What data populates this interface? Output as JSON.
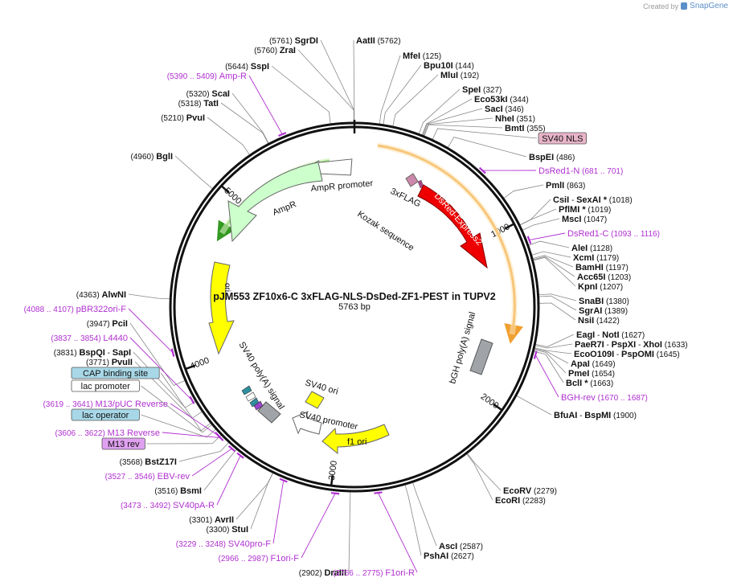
{
  "credit": {
    "prefix": "Created by",
    "brand": "SnapGene",
    "icon": "snapgene-logo-icon"
  },
  "plasmid": {
    "name": "pJM553 ZF10x6-C 3xFLAG-NLS-DsDed-ZF1-PEST in TUPV2",
    "length_label": "5763 bp",
    "total_bp": 5763
  },
  "ticks": [
    {
      "bp": 1000,
      "label": "1000"
    },
    {
      "bp": 2000,
      "label": "2000"
    },
    {
      "bp": 3000,
      "label": "3000"
    },
    {
      "bp": 4000,
      "label": "4000"
    },
    {
      "bp": 5000,
      "label": "5000"
    }
  ],
  "sites": [
    {
      "names": [
        {
          "t": "AatII"
        }
      ],
      "pos": "(5762)",
      "bp": 5762
    },
    {
      "names": [
        {
          "t": "MfeI"
        }
      ],
      "pos": "(125)",
      "bp": 125
    },
    {
      "names": [
        {
          "t": "Bpu10I"
        }
      ],
      "pos": "(144)",
      "bp": 144
    },
    {
      "names": [
        {
          "t": "MluI"
        }
      ],
      "pos": "(192)",
      "bp": 192
    },
    {
      "names": [
        {
          "t": "SpeI"
        }
      ],
      "pos": "(327)",
      "bp": 327
    },
    {
      "names": [
        {
          "t": "Eco53kI"
        }
      ],
      "pos": "(344)",
      "bp": 344
    },
    {
      "names": [
        {
          "t": "SacI"
        }
      ],
      "pos": "(346)",
      "bp": 346
    },
    {
      "names": [
        {
          "t": "NheI"
        }
      ],
      "pos": "(351)",
      "bp": 351
    },
    {
      "names": [
        {
          "t": "BmtI"
        }
      ],
      "pos": "(355)",
      "bp": 355
    },
    {
      "names": [
        {
          "t": "BspEI"
        }
      ],
      "pos": "(486)",
      "bp": 486
    },
    {
      "names": [
        {
          "t": "PmlI"
        }
      ],
      "pos": "(863)",
      "bp": 863
    },
    {
      "names": [
        {
          "t": "CsiI"
        },
        {
          "t": " - "
        },
        {
          "t": "SexAI *"
        }
      ],
      "pos": "(1018)",
      "bp": 1018
    },
    {
      "names": [
        {
          "t": "PflMI *"
        }
      ],
      "pos": "(1019)",
      "bp": 1019
    },
    {
      "names": [
        {
          "t": "MscI"
        }
      ],
      "pos": "(1047)",
      "bp": 1047
    },
    {
      "names": [
        {
          "t": "AleI"
        }
      ],
      "pos": "(1128)",
      "bp": 1128
    },
    {
      "names": [
        {
          "t": "XcmI"
        }
      ],
      "pos": "(1179)",
      "bp": 1179
    },
    {
      "names": [
        {
          "t": "BamHI"
        }
      ],
      "pos": "(1197)",
      "bp": 1197
    },
    {
      "names": [
        {
          "t": "Acc65I"
        }
      ],
      "pos": "(1203)",
      "bp": 1203
    },
    {
      "names": [
        {
          "t": "KpnI"
        }
      ],
      "pos": "(1207)",
      "bp": 1207
    },
    {
      "names": [
        {
          "t": "SnaBI"
        }
      ],
      "pos": "(1380)",
      "bp": 1380
    },
    {
      "names": [
        {
          "t": "SgrAI"
        }
      ],
      "pos": "(1389)",
      "bp": 1389
    },
    {
      "names": [
        {
          "t": "NsiI"
        }
      ],
      "pos": "(1422)",
      "bp": 1422
    },
    {
      "names": [
        {
          "t": "EagI"
        },
        {
          "t": " - "
        },
        {
          "t": "NotI"
        }
      ],
      "pos": "(1627)",
      "bp": 1627
    },
    {
      "names": [
        {
          "t": "PaeR7I"
        },
        {
          "t": " - "
        },
        {
          "t": "PspXI"
        },
        {
          "t": " - "
        },
        {
          "t": "XhoI"
        }
      ],
      "pos": "(1633)",
      "bp": 1633
    },
    {
      "names": [
        {
          "t": "EcoO109I"
        },
        {
          "t": " - "
        },
        {
          "t": "PspOMI"
        }
      ],
      "pos": "(1645)",
      "bp": 1645
    },
    {
      "names": [
        {
          "t": "ApaI"
        }
      ],
      "pos": "(1649)",
      "bp": 1649
    },
    {
      "names": [
        {
          "t": "PmeI"
        }
      ],
      "pos": "(1654)",
      "bp": 1654
    },
    {
      "names": [
        {
          "t": "BclI *"
        }
      ],
      "pos": "(1663)",
      "bp": 1663
    },
    {
      "names": [
        {
          "t": "BfuAI"
        },
        {
          "t": " - "
        },
        {
          "t": "BspMI"
        }
      ],
      "pos": "(1900)",
      "bp": 1900
    },
    {
      "names": [
        {
          "t": "EcoRV"
        }
      ],
      "pos": "(2279)",
      "bp": 2279
    },
    {
      "names": [
        {
          "t": "EcoRI"
        }
      ],
      "pos": "(2283)",
      "bp": 2283
    },
    {
      "names": [
        {
          "t": "AscI"
        }
      ],
      "pos": "(2587)",
      "bp": 2587
    },
    {
      "names": [
        {
          "t": "PshAI"
        }
      ],
      "pos": "(2627)",
      "bp": 2627
    },
    {
      "names": [
        {
          "t": "DraIII"
        }
      ],
      "pos": "(2902)",
      "bp": 2902
    },
    {
      "names": [
        {
          "t": "StuI"
        }
      ],
      "pos": "(3300)",
      "bp": 3300
    },
    {
      "names": [
        {
          "t": "AvrII"
        }
      ],
      "pos": "(3301)",
      "bp": 3301
    },
    {
      "names": [
        {
          "t": "BsmI"
        }
      ],
      "pos": "(3516)",
      "bp": 3516
    },
    {
      "names": [
        {
          "t": "BstZ17I"
        }
      ],
      "pos": "(3568)",
      "bp": 3568
    },
    {
      "names": [
        {
          "t": "PvuII"
        }
      ],
      "pos": "(3771)",
      "bp": 3771
    },
    {
      "names": [
        {
          "t": "BspQI"
        },
        {
          "t": " - "
        },
        {
          "t": "SapI"
        }
      ],
      "pos": "(3831)",
      "bp": 3831
    },
    {
      "names": [
        {
          "t": "PciI"
        }
      ],
      "pos": "(3947)",
      "bp": 3947
    },
    {
      "names": [
        {
          "t": "AlwNI"
        }
      ],
      "pos": "(4363)",
      "bp": 4363
    },
    {
      "names": [
        {
          "t": "BglI"
        }
      ],
      "pos": "(4960)",
      "bp": 4960
    },
    {
      "names": [
        {
          "t": "PvuI"
        }
      ],
      "pos": "(5210)",
      "bp": 5210
    },
    {
      "names": [
        {
          "t": "TatI"
        }
      ],
      "pos": "(5318)",
      "bp": 5318
    },
    {
      "names": [
        {
          "t": "ScaI"
        }
      ],
      "pos": "(5320)",
      "bp": 5320
    },
    {
      "names": [
        {
          "t": "SspI"
        }
      ],
      "pos": "(5644)",
      "bp": 5644
    },
    {
      "names": [
        {
          "t": "ZraI"
        }
      ],
      "pos": "(5760)",
      "bp": 5760
    },
    {
      "names": [
        {
          "t": "SgrDI"
        }
      ],
      "pos": "(5761)",
      "bp": 5761
    }
  ],
  "primers": [
    {
      "name": "Amp-R",
      "range": "(5390 .. 5409)",
      "bp": 5400
    },
    {
      "name": "DsRed1-N",
      "range": "(681 .. 701)",
      "bp": 691
    },
    {
      "name": "DsRed1-C",
      "range": "(1093 .. 1116)",
      "bp": 1105
    },
    {
      "name": "BGH-rev",
      "range": "(1670 .. 1687)",
      "bp": 1678
    },
    {
      "name": "F1ori-R",
      "range": "(2756 .. 2775)",
      "bp": 2765
    },
    {
      "name": "F1ori-F",
      "range": "(2966 .. 2987)",
      "bp": 2976
    },
    {
      "name": "SV40pro-F",
      "range": "(3229 .. 3248)",
      "bp": 3238
    },
    {
      "name": "SV40pA-R",
      "range": "(3473 .. 3492)",
      "bp": 3482
    },
    {
      "name": "EBV-rev",
      "range": "(3527 .. 3546)",
      "bp": 3536
    },
    {
      "name": "M13 Reverse",
      "range": "(3606 .. 3622)",
      "bp": 3614
    },
    {
      "name": "M13/pUC Reverse",
      "range": "(3619 .. 3641)",
      "bp": 3630
    },
    {
      "name": "L4440",
      "range": "(3837 .. 3854)",
      "bp": 3845
    },
    {
      "name": "pBR322ori-F",
      "range": "(4088 .. 4107)",
      "bp": 4097
    }
  ],
  "boxed_features": [
    {
      "name": "SV40 NLS",
      "fill": "#e8b4c8"
    },
    {
      "name": "CAP binding site",
      "fill": "#a8d8e8"
    },
    {
      "name": "lac promoter",
      "fill": "#ffffff"
    },
    {
      "name": "lac operator",
      "fill": "#a8d8e8"
    },
    {
      "name": "M13 rev",
      "fill": "#e0a0f0"
    }
  ],
  "features": [
    {
      "name": "AmpR promoter",
      "color": "#ffffff"
    },
    {
      "name": "AmpR",
      "color": "#ccffcc"
    },
    {
      "name": "ori",
      "color": "#ffff00"
    },
    {
      "name": "3xFLAG",
      "color": "#cc88aa"
    },
    {
      "name": "Kozak sequence",
      "color": "#888888"
    },
    {
      "name": "DsRed-Express2",
      "color": "#ee0000"
    },
    {
      "name": "bGH poly(A) signal",
      "color": "#999999"
    },
    {
      "name": "SV40 poly(A) signal",
      "color": "#999999"
    },
    {
      "name": "SV40 ori",
      "color": "#ffff00"
    },
    {
      "name": "SV40 promoter",
      "color": "#ffffff"
    },
    {
      "name": "f1 ori",
      "color": "#ffff00"
    }
  ],
  "colors": {
    "backbone": "#111111",
    "site_text": "#111111",
    "primer_text": "#b030d0",
    "orf_arc_orange": "#f0a030",
    "orf_arc_green": "#66cc33",
    "leader_line": "#888888"
  }
}
